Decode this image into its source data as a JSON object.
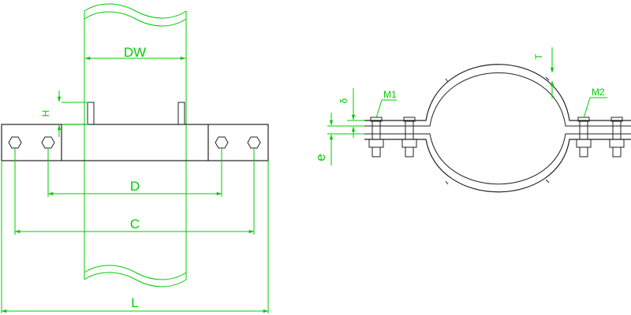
{
  "colors": {
    "background": "#ffffff",
    "outline": "#222222",
    "dimension": "#00cc00"
  },
  "labels": {
    "dw": "DW",
    "h": "H",
    "d": "D",
    "c": "C",
    "l": "L",
    "delta": "δ",
    "e": "e",
    "m1": "M1",
    "m2": "M2",
    "t": "T"
  }
}
